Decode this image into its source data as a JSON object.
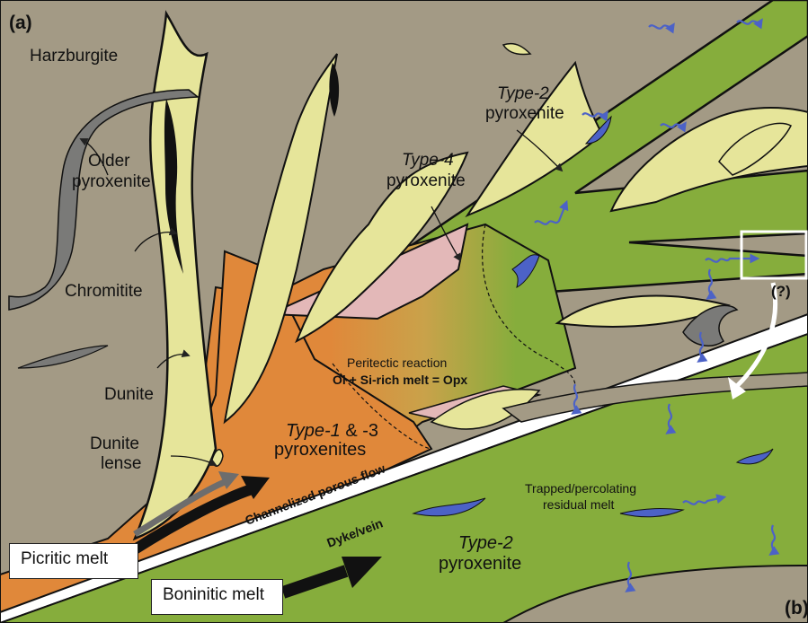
{
  "panel_a": "(a)",
  "panel_b": "(b)",
  "labels": {
    "harzburgite": "Harzburgite",
    "older": "Older",
    "pyroxenite": "pyroxenite",
    "chromitite": "Chromitite",
    "dunite": "Dunite",
    "dunite_lense_1": "Dunite",
    "dunite_lense_2": "lense",
    "type4": "Type-4",
    "type2_top": "Type-2",
    "type1": "Type-1",
    "amp": " & -3",
    "pyroxenites": "pyroxenites",
    "peritectic": "Peritectic reaction",
    "reaction": "Ol + Si-rich melt = Opx",
    "channel": "Channelized porous flow",
    "dyke": "Dyke/vein",
    "trapped1": "Trapped/percolating",
    "trapped2": "residual melt",
    "type2_bottom": "Type-2",
    "question": "(?)"
  },
  "boxes": {
    "picritic": "Picritic melt",
    "boninitic": "Boninitic melt"
  },
  "colors": {
    "harzburgite": "#a39a85",
    "dunite": "#e6e59a",
    "pyroxenite_green": "#86ad3c",
    "pyroxenite_orange": "#e0883a",
    "type4_pink": "#e3b8b8",
    "chromitite": "#111111",
    "older_grey": "#7a7a78",
    "melt_blue": "#4c62c7"
  }
}
